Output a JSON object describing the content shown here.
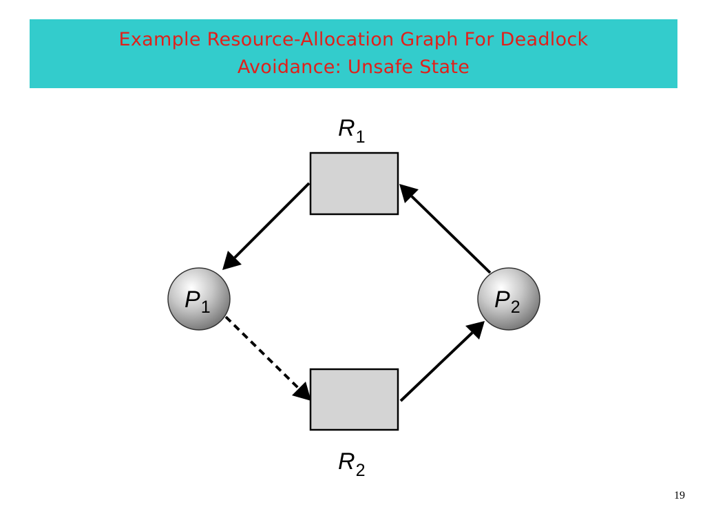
{
  "slide": {
    "title_line1": "Example Resource-Allocation Graph For Deadlock",
    "title_line2": "Avoidance:  Unsafe State",
    "page_number": "19"
  },
  "colors": {
    "banner_bg": "#33CCCC",
    "title_text": "#E0201B",
    "resource_fill": "#D4D4D4",
    "stroke": "#000000"
  },
  "graph": {
    "resources": [
      {
        "id": "R1",
        "letter": "R",
        "subscript": "1"
      },
      {
        "id": "R2",
        "letter": "R",
        "subscript": "2"
      }
    ],
    "processes": [
      {
        "id": "P1",
        "letter": "P",
        "subscript": "1"
      },
      {
        "id": "P2",
        "letter": "P",
        "subscript": "2"
      }
    ],
    "edges": [
      {
        "from": "R1",
        "to": "P1",
        "type": "assignment",
        "style": "solid"
      },
      {
        "from": "P2",
        "to": "R1",
        "type": "request",
        "style": "solid"
      },
      {
        "from": "R2",
        "to": "P2",
        "type": "assignment",
        "style": "solid"
      },
      {
        "from": "P1",
        "to": "R2",
        "type": "claim",
        "style": "dashed"
      }
    ]
  }
}
